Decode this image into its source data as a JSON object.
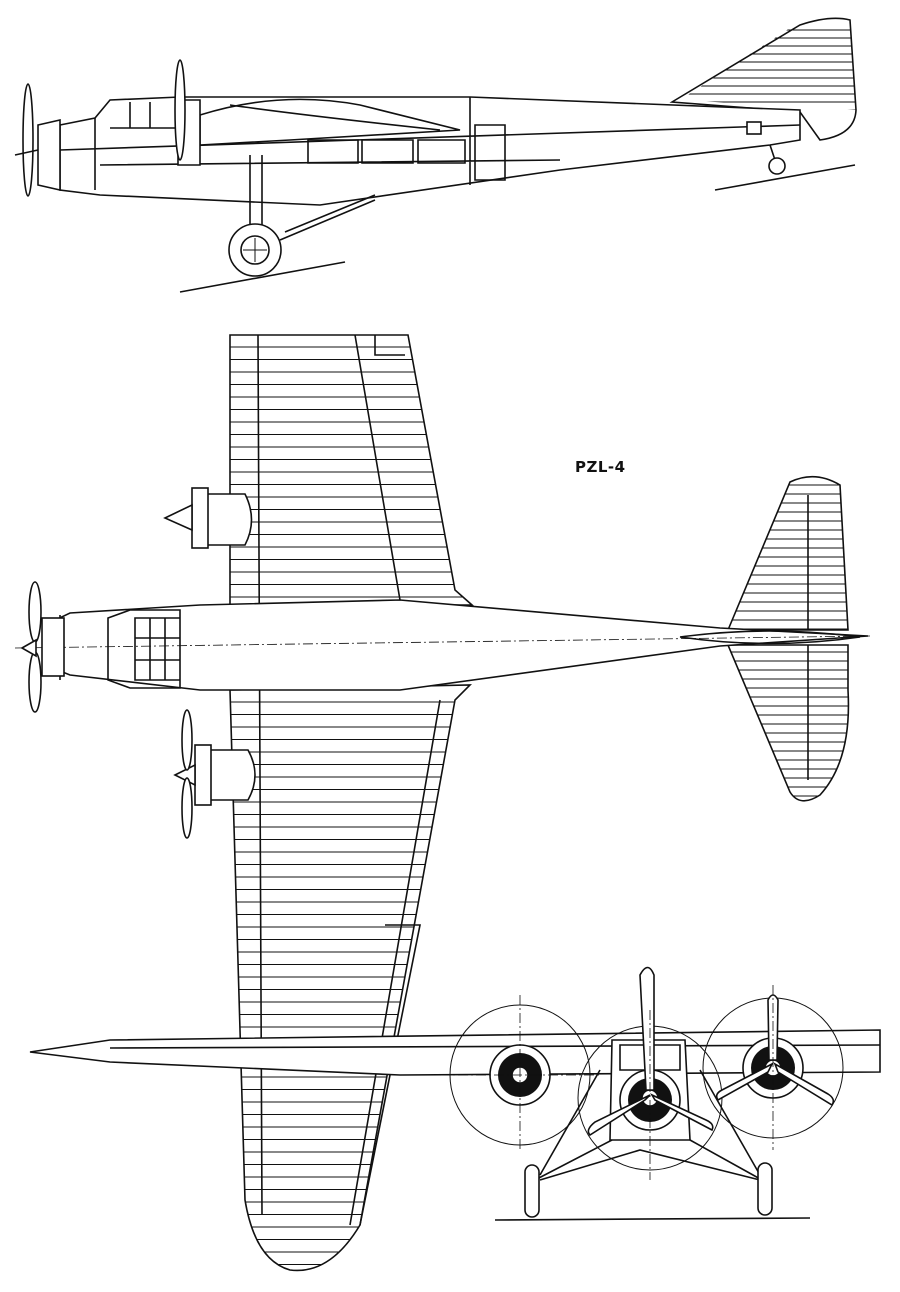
{
  "drawing": {
    "title": "PZL-4",
    "views": [
      "side",
      "plan",
      "front"
    ],
    "line_color": "#111111",
    "background": "#ffffff"
  }
}
